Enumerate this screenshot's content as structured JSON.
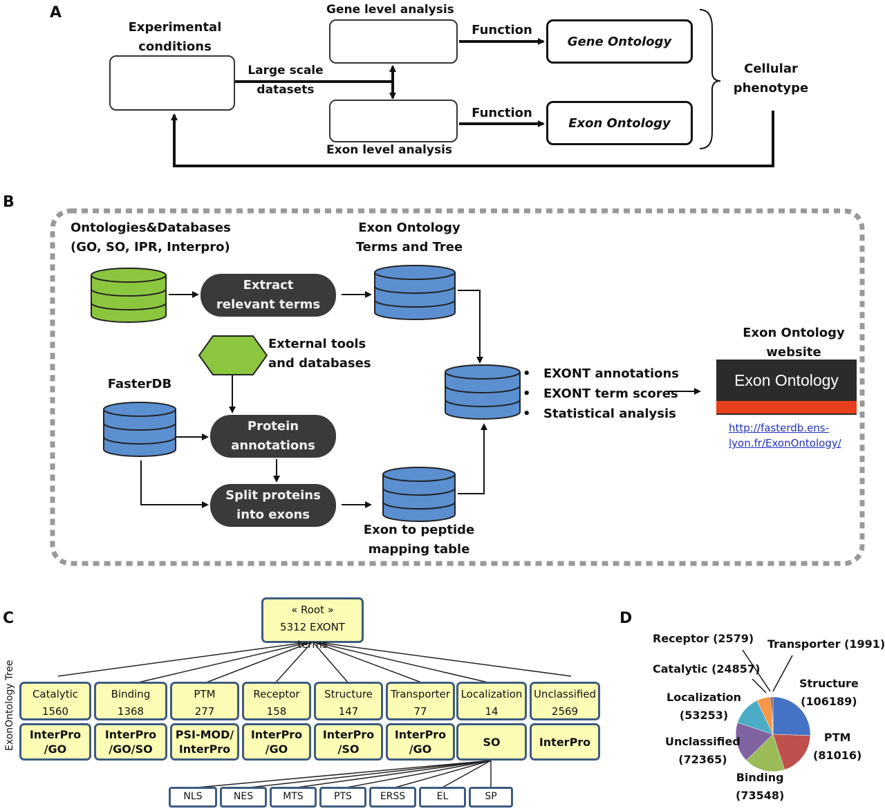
{
  "panel_a": {
    "letter": "A",
    "experimental_conditions": [
      "Experimental",
      "conditions"
    ],
    "gene_level": "Gene level analysis",
    "exon_level": "Exon level analysis",
    "large_scale": [
      "Large scale",
      "datasets"
    ],
    "function_label": "Function",
    "gene_ontology": "Gene Ontology",
    "exon_ontology": "Exon Ontology",
    "cellular_phenotype": [
      "Cellular",
      "phenotype"
    ]
  },
  "panel_b": {
    "letter": "B",
    "ontologies": [
      "Ontologies&Databases",
      "(GO, SO, IPR, Interpro)"
    ],
    "extract": [
      "Extract",
      "relevant terms"
    ],
    "exon_terms": [
      "Exon Ontology",
      "Terms and Tree"
    ],
    "external_tools": [
      "External tools",
      "and databases"
    ],
    "fasterdb": "FasterDB",
    "protein_annotations": [
      "Protein",
      "annotations"
    ],
    "split_proteins": [
      "Split proteins",
      "into exons"
    ],
    "exon_peptide": [
      "Exon to peptide",
      "mapping table"
    ],
    "bullets": [
      "EXONT annotations",
      "EXONT term scores",
      "Statistical analysis"
    ],
    "website_title": [
      "Exon Ontology",
      "website"
    ],
    "website_banner": "Exon Ontology",
    "url_lines": [
      "http://fasterdb.ens-",
      "lyon.fr/ExonOntology/"
    ],
    "colors": {
      "green_db": "#8cc63f",
      "blue_db": "#5b8fd0",
      "pill": "#3a3a3a",
      "banner_bg": "#2b2b2b",
      "banner_bar": "#e8401c"
    }
  },
  "panel_c": {
    "letter": "C",
    "vertical_label": "ExonOntology Tree",
    "root": [
      "« Root »",
      "5312 EXONT terms"
    ],
    "categories": [
      {
        "name": "Catalytic",
        "count": "1560",
        "source": [
          "InterPro",
          "/GO"
        ]
      },
      {
        "name": "Binding",
        "count": "1368",
        "source": [
          "InterPro",
          "/GO/SO"
        ]
      },
      {
        "name": "PTM",
        "count": "277",
        "source": [
          "PSI-MOD/",
          "InterPro"
        ]
      },
      {
        "name": "Receptor",
        "count": "158",
        "source": [
          "InterPro",
          "/GO"
        ]
      },
      {
        "name": "Structure",
        "count": "147",
        "source": [
          "InterPro",
          "/SO"
        ]
      },
      {
        "name": "Transporter",
        "count": "77",
        "source": [
          "InterPro",
          "/GO"
        ]
      },
      {
        "name": "Localization",
        "count": "14",
        "source": [
          "SO"
        ]
      },
      {
        "name": "Unclassified",
        "count": "2569",
        "source": [
          "InterPro"
        ]
      }
    ],
    "leaves": [
      "NLS",
      "NES",
      "MTS",
      "PTS",
      "ERSS",
      "EL",
      "SP"
    ]
  },
  "panel_d": {
    "letter": "D",
    "labels": {
      "receptor": "Receptor (2579)",
      "transporter": "Transporter (1991)",
      "catalytic": "Catalytic (24857)",
      "structure": [
        "Structure",
        "(106189)"
      ],
      "localization": [
        "Localization",
        "(53253)"
      ],
      "ptm": [
        "PTM",
        "(81016)"
      ],
      "unclassified": [
        "Unclassified",
        "(72365)"
      ],
      "binding": [
        "Binding",
        "(73548)"
      ]
    }
  },
  "chart_data": {
    "type": "pie",
    "categories": [
      "Structure",
      "PTM",
      "Binding",
      "Unclassified",
      "Localization",
      "Catalytic",
      "Receptor",
      "Transporter"
    ],
    "values": [
      106189,
      81016,
      73548,
      72365,
      53253,
      24857,
      2579,
      1991
    ],
    "colors": [
      "#4472c4",
      "#c0504d",
      "#9bbb59",
      "#8064a2",
      "#4bacc6",
      "#f79646",
      "#2c4d75",
      "#772c2a"
    ]
  }
}
